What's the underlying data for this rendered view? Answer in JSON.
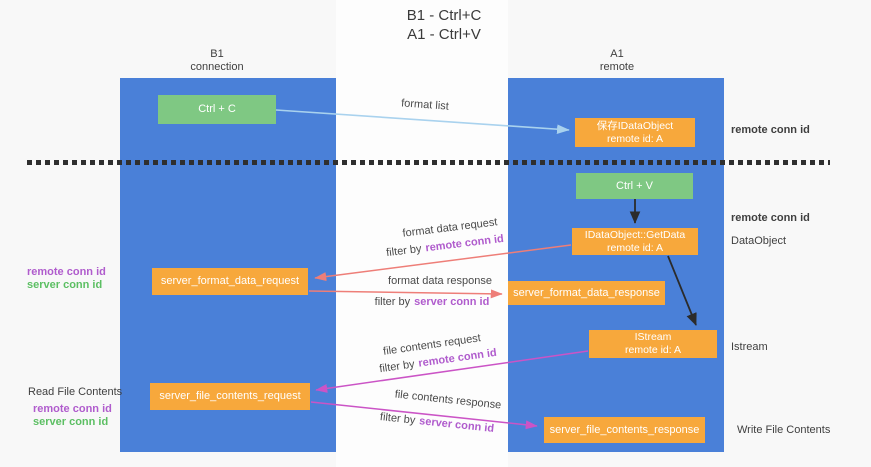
{
  "title": {
    "line1": "B1 - Ctrl+C",
    "line2": "A1 - Ctrl+V"
  },
  "lanes": {
    "left": {
      "name": "B1",
      "role": "connection"
    },
    "right": {
      "name": "A1",
      "role": "remote"
    }
  },
  "nodes": {
    "ctrl_c": {
      "label": "Ctrl + C"
    },
    "save_dataobject": {
      "line1": "保存IDataObject",
      "line2": "remote id: A"
    },
    "ctrl_v": {
      "label": "Ctrl + V"
    },
    "getdata": {
      "line1": "IDataObject::GetData",
      "line2": "remote id: A"
    },
    "format_request": {
      "label": "server_format_data_request"
    },
    "format_response": {
      "label": "server_format_data_response"
    },
    "istream": {
      "line1": "IStream",
      "line2": "remote id: A"
    },
    "file_request": {
      "label": "server_file_contents_request"
    },
    "file_response": {
      "label": "server_file_contents_response"
    }
  },
  "edge_labels": {
    "format_list": "format list",
    "format_data_request": "format data request",
    "format_data_response": "format data response",
    "file_contents_request": "file contents request",
    "file_contents_response": "file contents response",
    "filter_by": "filter by",
    "remote_conn_id": "remote conn id",
    "server_conn_id": "server conn id"
  },
  "side_labels": {
    "remote_conn_id": "remote conn id",
    "server_conn_id": "server conn id",
    "read_file_contents": "Read File Contents",
    "write_file_contents": "Write File Contents",
    "dataobject": "DataObject",
    "istream": "Istream"
  },
  "colors": {
    "lane_blue": "#4a80d8",
    "node_orange": "#f7a83c",
    "node_green": "#7fc883",
    "arrow_light_blue": "#a9d2ee",
    "arrow_red": "#ee7e78",
    "arrow_magenta": "#cb54c6",
    "arrow_black": "#2b2b2b",
    "text_purple": "#b05ccd",
    "text_green": "#5cbf63",
    "text_dark": "#3f3f3f"
  }
}
